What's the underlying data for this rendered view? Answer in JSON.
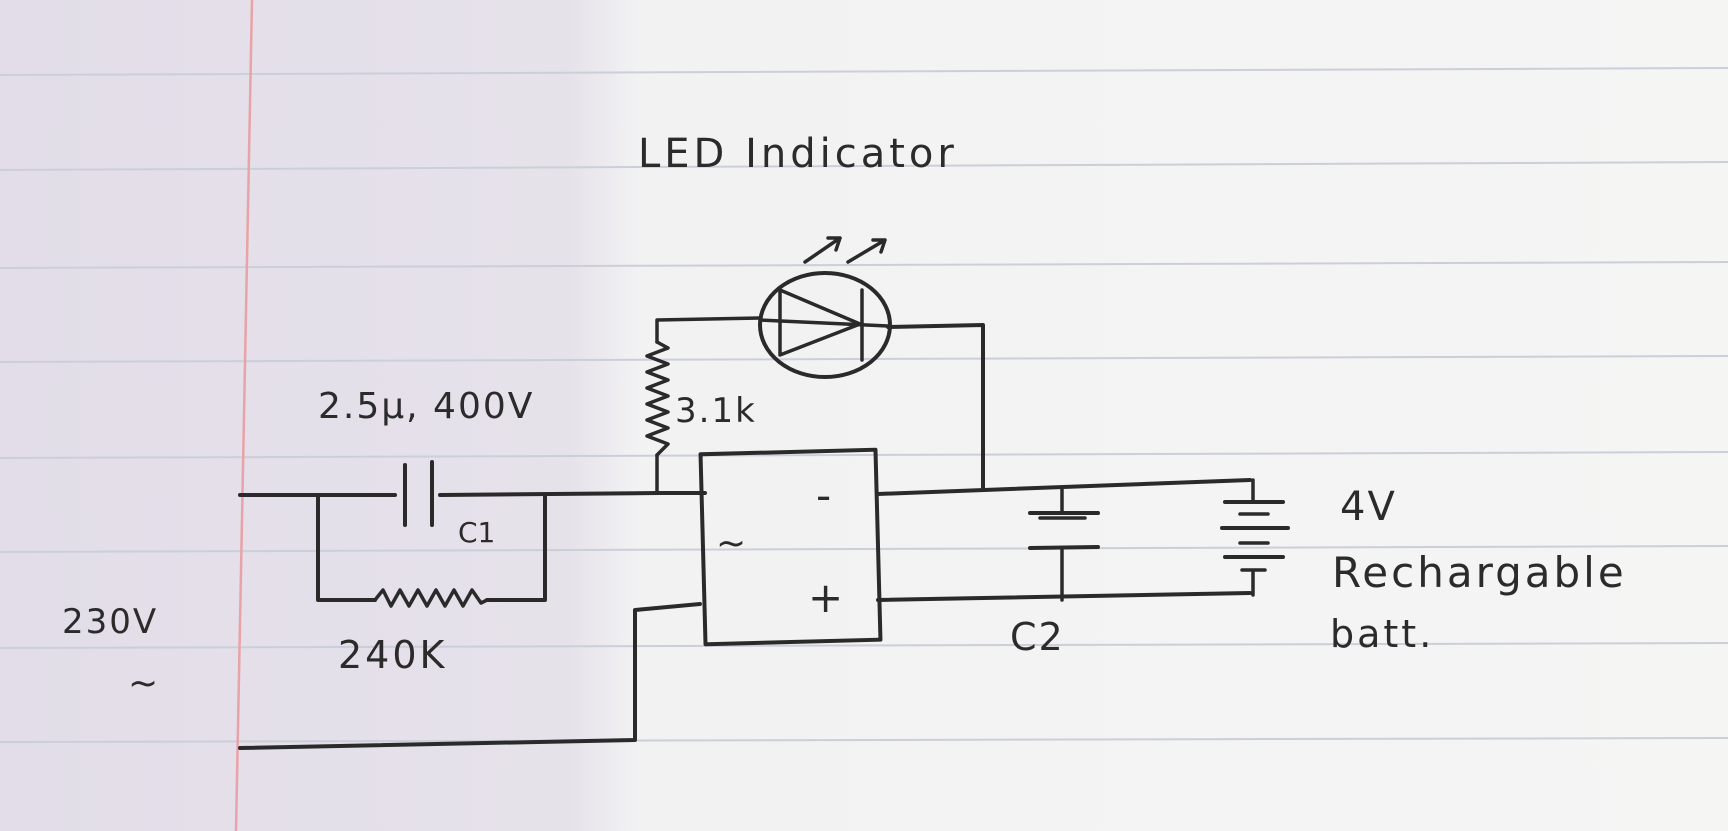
{
  "labels": {
    "led_indicator": "LED Indicator",
    "capacitor_c1_rating": "2.5µ, 400V",
    "capacitor_c1_name": "C1",
    "resistor_led": "3.1k",
    "resistor_bleeder": "240K",
    "mains_voltage": "230V",
    "mains_symbol": "~",
    "bridge_ac": "~",
    "bridge_minus": "-",
    "bridge_plus": "+",
    "capacitor_c2_name": "C2",
    "battery_voltage": "4V",
    "battery_line1": "Rechargable",
    "battery_line2": "batt."
  },
  "colors": {
    "ink": "#2a2a2a",
    "margin_line": "#e8a3a8",
    "ruled_line": "#c9cdd8",
    "paper_left": "#e4dfe8",
    "paper_right": "#f4f4f4"
  }
}
